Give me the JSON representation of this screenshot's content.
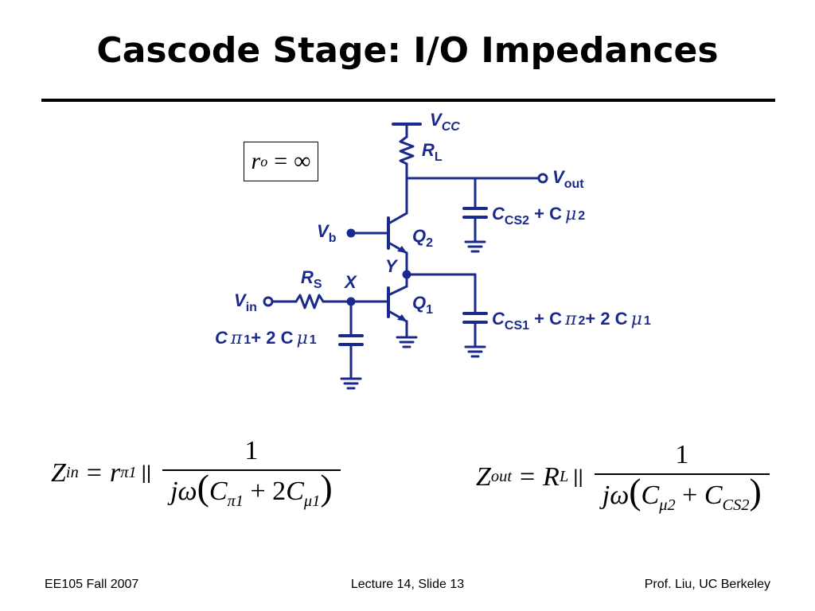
{
  "slide": {
    "title": "Cascode Stage: I/O Impedances",
    "footer_left": "EE105 Fall 2007",
    "footer_center": "Lecture 14, Slide 13",
    "footer_right": "Prof. Liu, UC Berkeley"
  },
  "assumption": {
    "var": "r",
    "sub": "o",
    "op": "=",
    "value": "∞"
  },
  "circuit": {
    "color": "#1a2a8c",
    "labels": {
      "vcc_main": "V",
      "vcc_sub": "CC",
      "rl_main": "R",
      "rl_sub": "L",
      "vout_main": "V",
      "vout_sub": "out",
      "ccs2_a": "C",
      "ccs2_sub": "CS2",
      "ccs2_b": " + C",
      "ccs2_mu": "μ",
      "ccs2_musub": "2",
      "vb_main": "V",
      "vb_sub": "b",
      "q2_main": "Q",
      "q2_sub": "2",
      "y": "Y",
      "x": "X",
      "rs_main": "R",
      "rs_sub": "S",
      "vin_main": "V",
      "vin_sub": "in",
      "q1_main": "Q",
      "q1_sub": "1",
      "ccs1_a": "C",
      "ccs1_sub": "CS1",
      "ccs1_b": " + C",
      "ccs1_pi": "π",
      "ccs1_pisub": "2",
      "ccs1_c": "+ 2 C",
      "ccs1_mu": "μ",
      "ccs1_musub": "1",
      "cpi1_a": "C",
      "cpi1_pi": "π",
      "cpi1_pisub": "1",
      "cpi1_b": "+ 2 C",
      "cpi1_mu": "μ",
      "cpi1_musub": "1"
    }
  },
  "equations": {
    "zin": {
      "lhs": "Z",
      "lhs_sub": "in",
      "eq": "=",
      "r": "r",
      "r_sub": "π1",
      "par": "||",
      "num": "1",
      "den_pre": "jω",
      "den_c1": "C",
      "den_c1_sub": "π1",
      "den_plus": "+ 2",
      "den_c2": "C",
      "den_c2_sub": "μ1"
    },
    "zout": {
      "lhs": "Z",
      "lhs_sub": "out",
      "eq": "=",
      "r": "R",
      "r_sub": "L",
      "par": "||",
      "num": "1",
      "den_pre": "jω",
      "den_c1": "C",
      "den_c1_sub": "μ2",
      "den_plus": "+",
      "den_c2": "C",
      "den_c2_sub": "CS2"
    }
  }
}
